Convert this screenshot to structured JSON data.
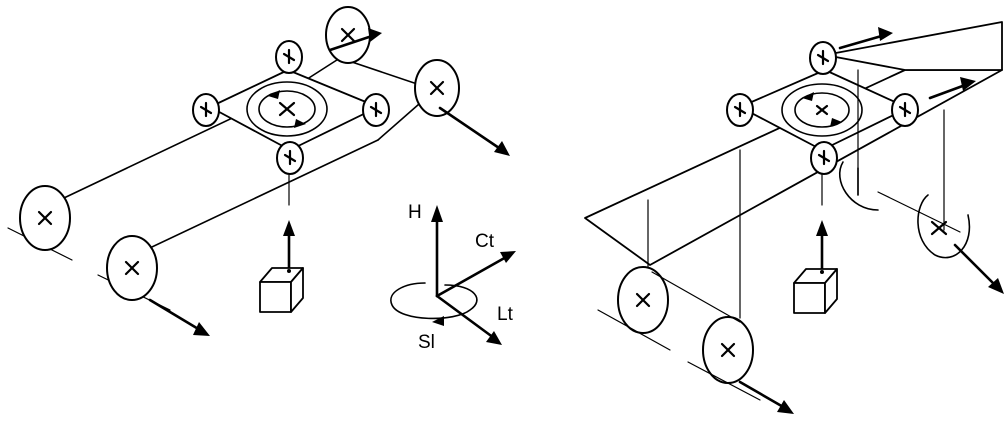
{
  "axes_labels": {
    "h": "H",
    "ct": "Ct",
    "lt": "Lt",
    "sl": "Sl"
  }
}
